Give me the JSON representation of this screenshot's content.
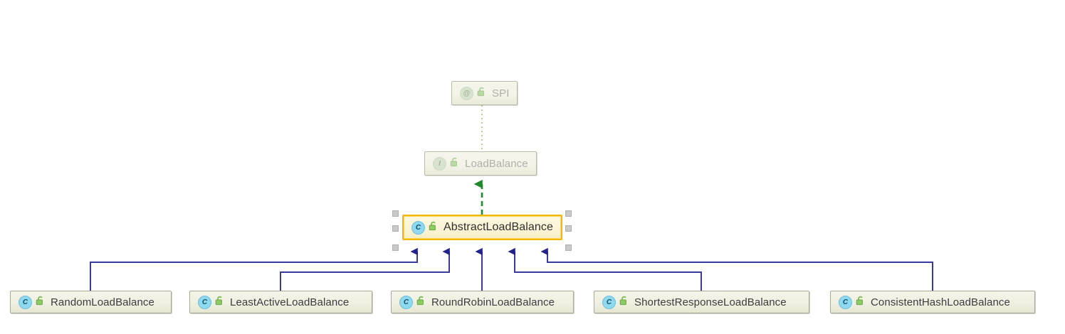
{
  "diagram": {
    "kind": "uml-class-diagram",
    "background": "#ffffff",
    "colors": {
      "node_fill_top": "#f4f4e8",
      "node_fill_bottom": "#e6e6d2",
      "node_border": "#a9a996",
      "selected_border": "#f2b705",
      "selected_fill": "#fdf8e0",
      "inheritance_line": "#3333aa",
      "implements_line": "#228822",
      "annotation_line": "#c9c79b",
      "class_icon": "#8ed8f0",
      "interface_icon": "#bcd9a4",
      "annotation_icon": "#a9cd8c",
      "lock_icon": "#7dbb55",
      "selection_handle": "#c9c9c9"
    },
    "nodes": [
      {
        "id": "spi",
        "label": "SPI",
        "stereotype": "annotation",
        "icon": "annotation-icon",
        "visibility_icon": "public-lock-icon",
        "selected": false,
        "faded": true
      },
      {
        "id": "lb",
        "label": "LoadBalance",
        "stereotype": "interface",
        "icon": "interface-icon",
        "visibility_icon": "public-lock-icon",
        "selected": false,
        "faded": true
      },
      {
        "id": "albal",
        "label": "AbstractLoadBalance",
        "stereotype": "class",
        "icon": "class-icon",
        "visibility_icon": "public-lock-icon",
        "selected": true,
        "faded": false
      },
      {
        "id": "random",
        "label": "RandomLoadBalance",
        "stereotype": "class",
        "icon": "class-icon",
        "visibility_icon": "public-lock-icon",
        "selected": false,
        "faded": false
      },
      {
        "id": "least",
        "label": "LeastActiveLoadBalance",
        "stereotype": "class",
        "icon": "class-icon",
        "visibility_icon": "public-lock-icon",
        "selected": false,
        "faded": false
      },
      {
        "id": "rr",
        "label": "RoundRobinLoadBalance",
        "stereotype": "class",
        "icon": "class-icon",
        "visibility_icon": "public-lock-icon",
        "selected": false,
        "faded": false
      },
      {
        "id": "shortest",
        "label": "ShortestResponseLoadBalance",
        "stereotype": "class",
        "icon": "class-icon",
        "visibility_icon": "public-lock-icon",
        "selected": false,
        "faded": false
      },
      {
        "id": "chash",
        "label": "ConsistentHashLoadBalance",
        "stereotype": "class",
        "icon": "class-icon",
        "visibility_icon": "public-lock-icon",
        "selected": false,
        "faded": false
      }
    ],
    "edges": [
      {
        "from": "lb",
        "to": "spi",
        "type": "annotation",
        "style": "dotted",
        "arrow": "none"
      },
      {
        "from": "albal",
        "to": "lb",
        "type": "implements",
        "style": "dashed",
        "arrow": "closed-triangle"
      },
      {
        "from": "random",
        "to": "albal",
        "type": "inheritance",
        "style": "solid",
        "arrow": "closed-triangle"
      },
      {
        "from": "least",
        "to": "albal",
        "type": "inheritance",
        "style": "solid",
        "arrow": "closed-triangle"
      },
      {
        "from": "rr",
        "to": "albal",
        "type": "inheritance",
        "style": "solid",
        "arrow": "closed-triangle"
      },
      {
        "from": "shortest",
        "to": "albal",
        "type": "inheritance",
        "style": "solid",
        "arrow": "closed-triangle"
      },
      {
        "from": "chash",
        "to": "albal",
        "type": "inheritance",
        "style": "solid",
        "arrow": "closed-triangle"
      }
    ]
  }
}
